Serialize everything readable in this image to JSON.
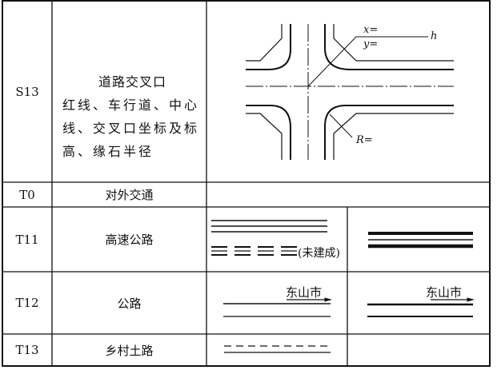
{
  "rows": [
    {
      "code": "S13",
      "title": "道路交叉口",
      "description": "红线、车行道、中心线、交叉口坐标及标高、缘石半径",
      "symbol_labels": {
        "x": "x=",
        "y": "y=",
        "h": "h",
        "r": "R="
      }
    },
    {
      "code": "T0",
      "title": "对外交通"
    },
    {
      "code": "T11",
      "title": "高速公路",
      "symbol_note": "(未建成)"
    },
    {
      "code": "T12",
      "title": "公路",
      "symbol_label_left": "东山市",
      "symbol_label_right": "东山市"
    },
    {
      "code": "T13",
      "title": "乡村土路"
    }
  ]
}
